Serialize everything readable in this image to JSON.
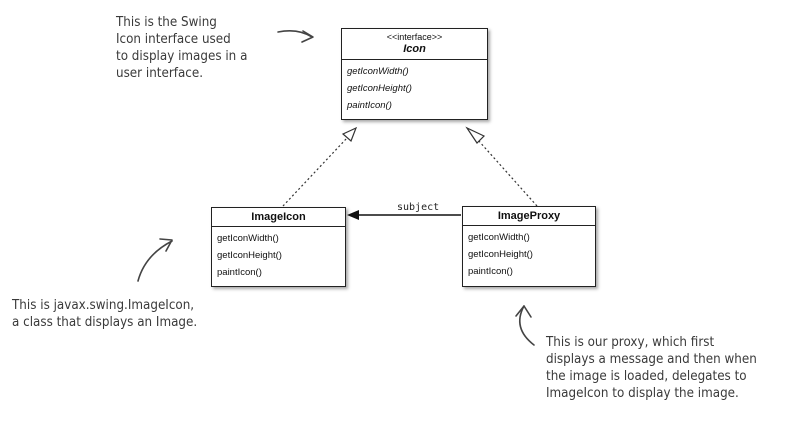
{
  "interface_box": {
    "stereotype": "<<interface>>",
    "name": "Icon",
    "methods": [
      "getIconWidth()",
      "getIconHeight()",
      "paintIcon()"
    ]
  },
  "imageicon_box": {
    "name": "ImageIcon",
    "methods": [
      "getIconWidth()",
      "getIconHeight()",
      "paintIcon()"
    ]
  },
  "imageproxy_box": {
    "name": "ImageProxy",
    "methods": [
      "getIconWidth()",
      "getIconHeight()",
      "paintIcon()"
    ]
  },
  "association": {
    "label": "subject"
  },
  "notes": {
    "swing_icon": [
      "This is the Swing",
      "Icon interface used",
      "to display images in a",
      "user interface."
    ],
    "javax_imageicon": [
      "This is javax.swing.ImageIcon,",
      "a class that displays an Image."
    ],
    "proxy": [
      "This is our proxy, which first",
      "displays a message and then when",
      "the image is loaded, delegates to",
      "ImageIcon to display the image."
    ]
  }
}
